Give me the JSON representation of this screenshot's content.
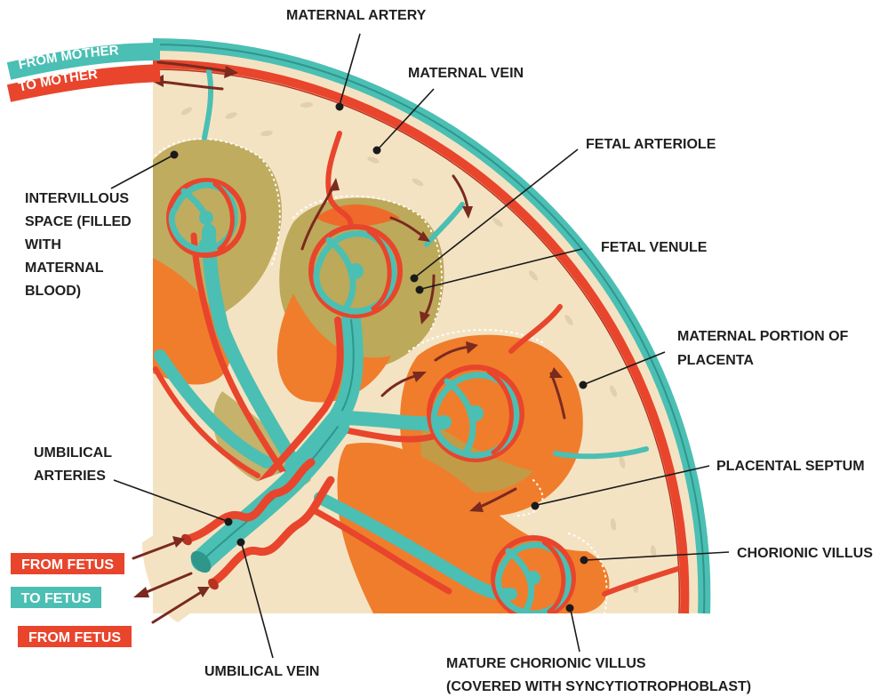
{
  "labels": {
    "maternal_artery": "MATERNAL ARTERY",
    "maternal_vein": "MATERNAL VEIN",
    "fetal_arteriole": "FETAL ARTERIOLE",
    "fetal_venule": "FETAL VENULE",
    "intervillous_lines": [
      "INTERVILLOUS",
      "SPACE (FILLED",
      "WITH",
      "MATERNAL",
      "BLOOD)"
    ],
    "maternal_portion_lines": [
      "MATERNAL PORTION OF",
      "PLACENTA"
    ],
    "placental_septum": "PLACENTAL SEPTUM",
    "chorionic_villus": "CHORIONIC VILLUS",
    "umbilical_arteries_lines": [
      "UMBILICAL",
      "ARTERIES"
    ],
    "umbilical_vein": "UMBILICAL  VEIN",
    "mature_villus_lines": [
      "MATURE CHORIONIC VILLUS",
      "(COVERED WITH SYNCYTIOTROPHOBLAST)"
    ]
  },
  "bands": {
    "from_mother": "FROM MOTHER",
    "to_mother": "TO MOTHER"
  },
  "tags": {
    "from_fetus_top": "FROM FETUS",
    "to_fetus": "TO FETUS",
    "from_fetus_bottom": "FROM FETUS"
  },
  "colors": {
    "maternal_blood_red": "#e8452c",
    "fetal_teal": "#4bbfb3",
    "tissue_beige": "#f4e3c3",
    "villus_orange": "#f07d2c",
    "flow_arrow": "#7a2a1f"
  }
}
